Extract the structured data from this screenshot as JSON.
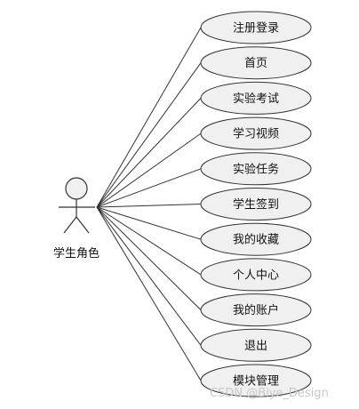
{
  "actor": {
    "label": "学生角色"
  },
  "use_cases": [
    {
      "label": "注册登录"
    },
    {
      "label": "首页"
    },
    {
      "label": "实验考试"
    },
    {
      "label": "学习视频"
    },
    {
      "label": "实验任务"
    },
    {
      "label": "学生签到"
    },
    {
      "label": "我的收藏"
    },
    {
      "label": "个人中心"
    },
    {
      "label": "我的账户"
    },
    {
      "label": "退出"
    },
    {
      "label": "模块管理"
    }
  ],
  "watermark": {
    "text": "CSDN @Biye_Design"
  }
}
